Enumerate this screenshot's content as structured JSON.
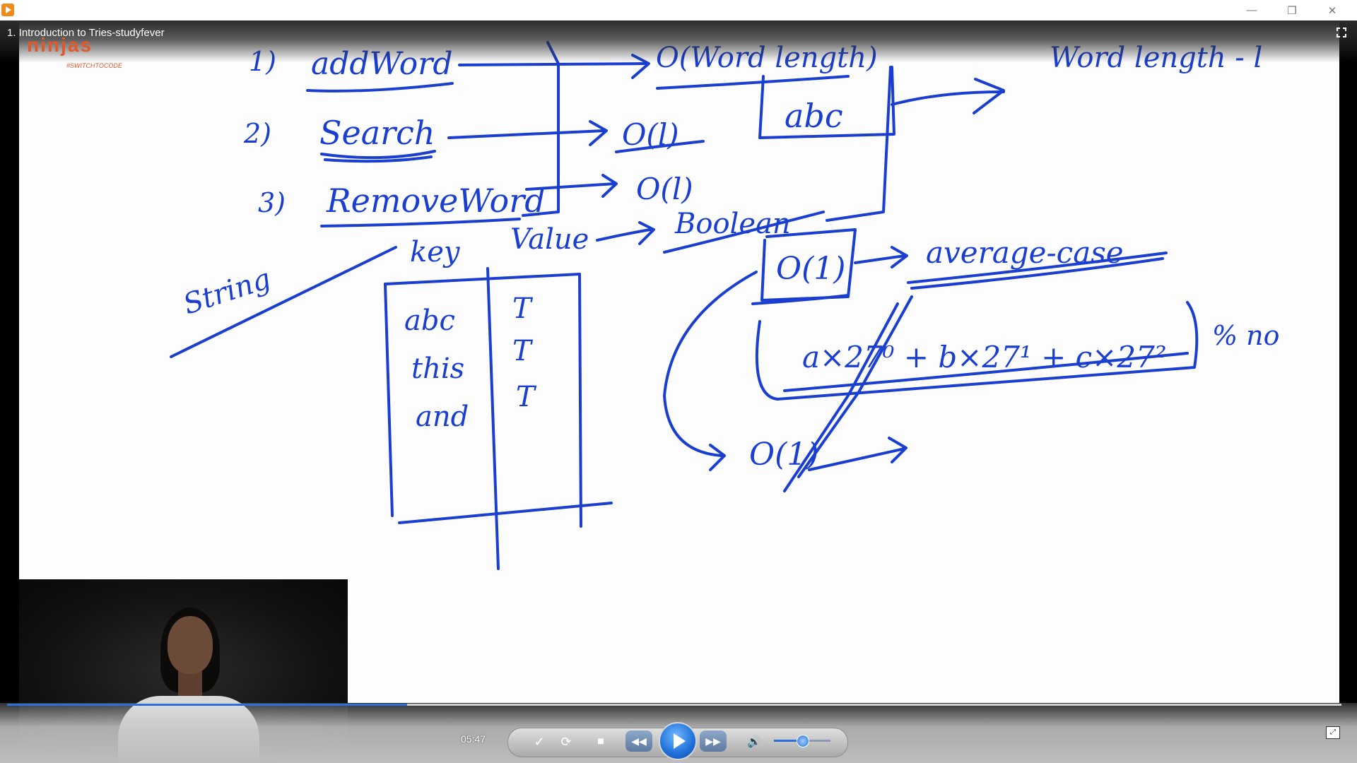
{
  "window": {
    "title": "1. Introduction to Tries-studyfever",
    "minimize": "—",
    "restore": "❐",
    "close": "✕"
  },
  "logo": {
    "main": "ninjas",
    "tagline": "#SWITCHTOCODE"
  },
  "whiteboard": {
    "operations": [
      "1)",
      "addWord",
      "2)",
      "Search",
      "3)",
      "RemoveWord"
    ],
    "complexities": [
      "O(Word length)",
      "O(l)",
      "O(l)",
      "O(1)",
      "O(1)"
    ],
    "notes": [
      "Word length - l",
      "abc",
      "Boolean",
      "key",
      "Value",
      "String",
      "average-case",
      "% no"
    ],
    "table_keys": [
      "abc",
      "this",
      "and"
    ],
    "table_values": [
      "T",
      "T",
      "T"
    ],
    "formula": "a×27⁰ + b×27¹ + c×27²"
  },
  "player": {
    "time": "05:47",
    "progress_percent": 30,
    "volume_percent": 50
  },
  "colors": {
    "ink": "#1a3fd0",
    "progress": "#2c6fdc",
    "logo": "#e2572b"
  }
}
